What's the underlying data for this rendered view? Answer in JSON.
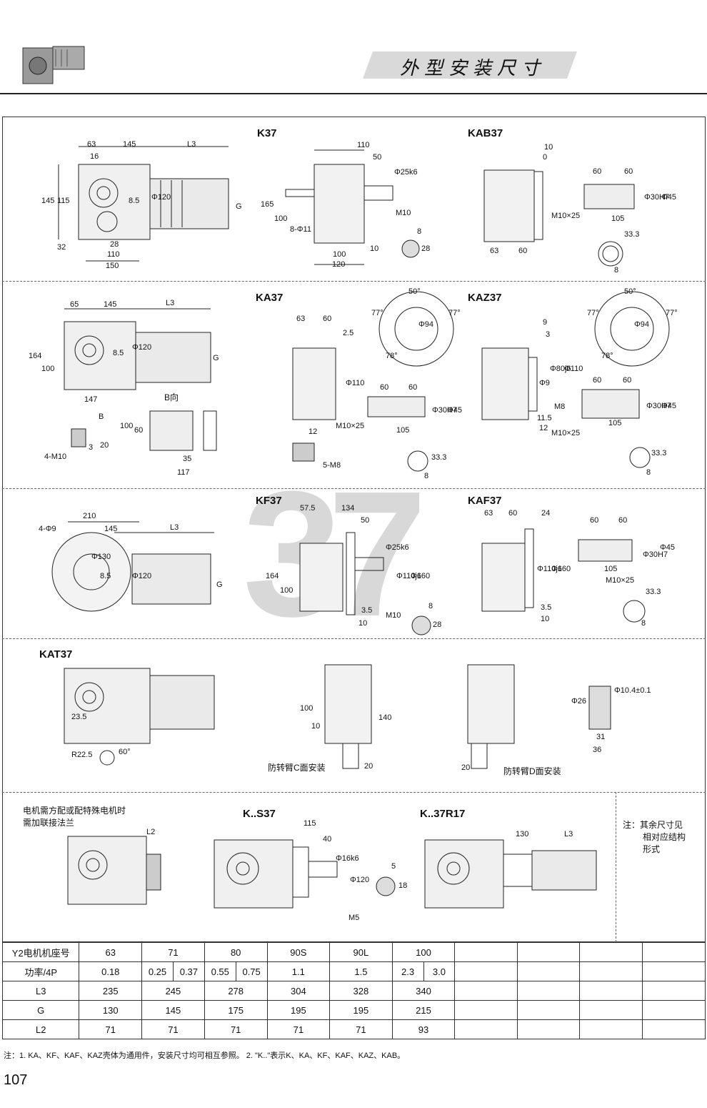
{
  "header": {
    "title": "外型安装尺寸"
  },
  "watermark": "37",
  "models": {
    "k37": "K37",
    "kab37": "KAB37",
    "ka37": "KA37",
    "kaz37": "KAZ37",
    "kf37": "KF37",
    "kaf37": "KAF37",
    "kat37": "KAT37",
    "ks37": "K..S37",
    "kr17": "K..37R17"
  },
  "dims": {
    "k37": [
      "63",
      "145",
      "L3",
      "16",
      "145",
      "115",
      "32",
      "Φ120",
      "8.5",
      "G",
      "28",
      "110",
      "150"
    ],
    "k37_side": [
      "110",
      "50",
      "Φ25k6",
      "165",
      "100",
      "8-Φ11",
      "M10",
      "10",
      "100",
      "120",
      "8",
      "28"
    ],
    "kab37": [
      "10",
      "0",
      "60",
      "60",
      "M10×25",
      "Φ30H7",
      "Φ45",
      "105",
      "63",
      "60",
      "33.3",
      "8"
    ],
    "ka37": [
      "65",
      "145",
      "L3",
      "164",
      "100",
      "8.5",
      "Φ120",
      "G",
      "147",
      "B",
      "4-M10",
      "3",
      "20"
    ],
    "ka37_b": [
      "B向",
      "100",
      "60",
      "35",
      "117",
      "12",
      "5-M8"
    ],
    "ka37_side": [
      "63",
      "60",
      "2.5",
      "Φ110",
      "60",
      "60",
      "M10×25",
      "Φ30H7",
      "Φ45",
      "105",
      "33.3",
      "8",
      "50°",
      "77°",
      "77°",
      "78°",
      "Φ94"
    ],
    "kaz37": [
      "9",
      "3",
      "Φ9",
      "Φ80j6",
      "Φ110",
      "M8",
      "11.5",
      "12",
      "60",
      "60",
      "M10×25",
      "Φ30H7",
      "Φ45",
      "105",
      "33.3",
      "8",
      "50°",
      "77°",
      "77°",
      "78°",
      "Φ94"
    ],
    "kf37": [
      "210",
      "4-Φ9",
      "145",
      "L3",
      "Φ130",
      "8.5",
      "Φ120",
      "G"
    ],
    "kf37_side": [
      "57.5",
      "134",
      "50",
      "Φ25k6",
      "Φ110j6",
      "Φ160",
      "164",
      "100",
      "3.5",
      "10",
      "M10",
      "8",
      "28"
    ],
    "kaf37": [
      "63",
      "60",
      "24",
      "Φ110j6",
      "Φ160",
      "3.5",
      "10",
      "60",
      "60",
      "105",
      "Φ30H7",
      "Φ45",
      "M10×25",
      "33.3",
      "8"
    ],
    "kat37": [
      "23.5",
      "R22.5",
      "60°",
      "100",
      "10",
      "140",
      "20",
      "20",
      "Φ26",
      "Φ10.4±0.1",
      "31",
      "36"
    ],
    "ks37": [
      "115",
      "40",
      "Φ16k6",
      "Φ120",
      "M5",
      "5",
      "18"
    ],
    "kr17": [
      "130",
      "L3"
    ],
    "flange": [
      "L2"
    ]
  },
  "captions": {
    "c_mount": "防转臂C面安装",
    "d_mount": "防转臂D面安装",
    "motor_note_1": "电机需方配或配特殊电机时",
    "motor_note_2": "需加联接法兰",
    "side_note_1": "注：其余尺寸见",
    "side_note_2": "相对应结构",
    "side_note_3": "形式"
  },
  "table": {
    "rows": [
      {
        "label": "Y2电机机座号",
        "cells": [
          "63",
          "71",
          "80",
          "90S",
          "90L",
          "100"
        ]
      },
      {
        "label": "功率/4P",
        "cells": [
          "0.18",
          "0.25",
          "0.37",
          "0.55",
          "0.75",
          "1.1",
          "1.5",
          "2.3",
          "3.0"
        ]
      },
      {
        "label": "L3",
        "cells": [
          "235",
          "245",
          "278",
          "304",
          "328",
          "340"
        ]
      },
      {
        "label": "G",
        "cells": [
          "130",
          "145",
          "175",
          "195",
          "195",
          "215"
        ]
      },
      {
        "label": "L2",
        "cells": [
          "71",
          "71",
          "71",
          "71",
          "71",
          "93"
        ]
      }
    ]
  },
  "footer": {
    "note": "注：1. KA、KF、KAF、KAZ壳体为通用件，安装尺寸均可相互参照。   2. \"K..\"表示K、KA、KF、KAF、KAZ、KAB。",
    "page": "107"
  }
}
